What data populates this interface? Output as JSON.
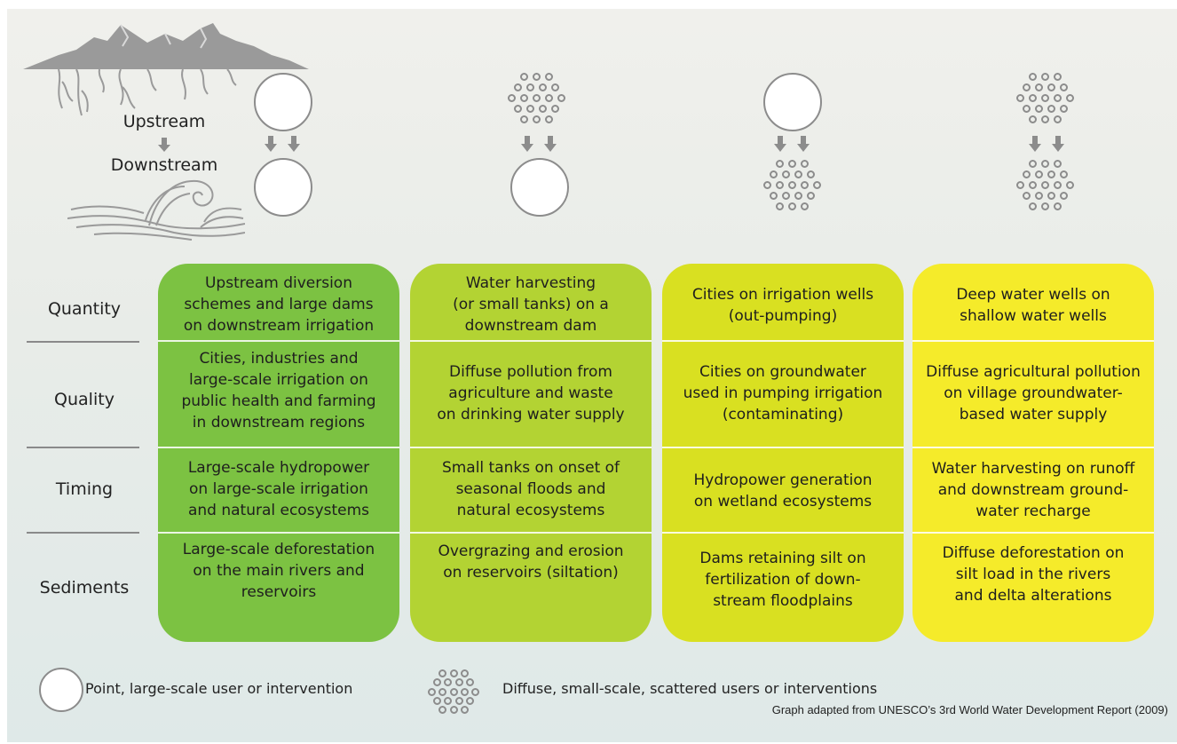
{
  "header": {
    "upstream_label": "Upstream",
    "downstream_label": "Downstream"
  },
  "rows": [
    "Quantity",
    "Quality",
    "Timing",
    "Sediments"
  ],
  "columns": [
    {
      "name": "point-to-point",
      "color": "#7cc242",
      "cells": [
        "Upstream diversion\nschemes and large dams\non downstream irrigation",
        "Cities, industries and\nlarge-scale irrigation on\npublic health and farming\nin downstream regions",
        "Large-scale hydropower\non large-scale irrigation\nand natural ecosystems",
        "Large-scale deforestation\non the main rivers and\nreservoirs"
      ]
    },
    {
      "name": "diffuse-to-point",
      "color": "#b3d333",
      "cells": [
        "Water harvesting\n(or small tanks) on a\ndownstream dam",
        "Diffuse pollution from\nagriculture and waste\non drinking water supply",
        "Small tanks on onset of\nseasonal floods and\nnatural ecosystems",
        "Overgrazing and erosion\non reservoirs (siltation)"
      ]
    },
    {
      "name": "point-to-diffuse",
      "color": "#d9e021",
      "cells": [
        "Cities on irrigation wells\n(out-pumping)",
        "Cities on groundwater\nused in pumping irrigation\n(contaminating)",
        "Hydropower generation\non wetland ecosystems",
        "Dams retaining silt on\nfertilization of down-\nstream floodplains"
      ]
    },
    {
      "name": "diffuse-to-diffuse",
      "color": "#f5eb2a",
      "cells": [
        "Deep water wells on\nshallow water wells",
        "Diffuse agricultural pollution\non village groundwater-\nbased water supply",
        "Water harvesting on runoff\nand downstream ground-\nwater recharge",
        "Diffuse deforestation on\nsilt load in the rivers\nand delta alterations"
      ]
    }
  ],
  "legend": {
    "point_label": "Point, large-scale user or intervention",
    "diffuse_label": "Diffuse, small-scale, scattered users or interventions"
  },
  "credit": "Graph adapted from UNESCO’s 3rd World Water Development Report (2009)",
  "colors": {
    "icon_grey": "#8c8c8c",
    "mountain_grey": "#9a9a9a"
  }
}
